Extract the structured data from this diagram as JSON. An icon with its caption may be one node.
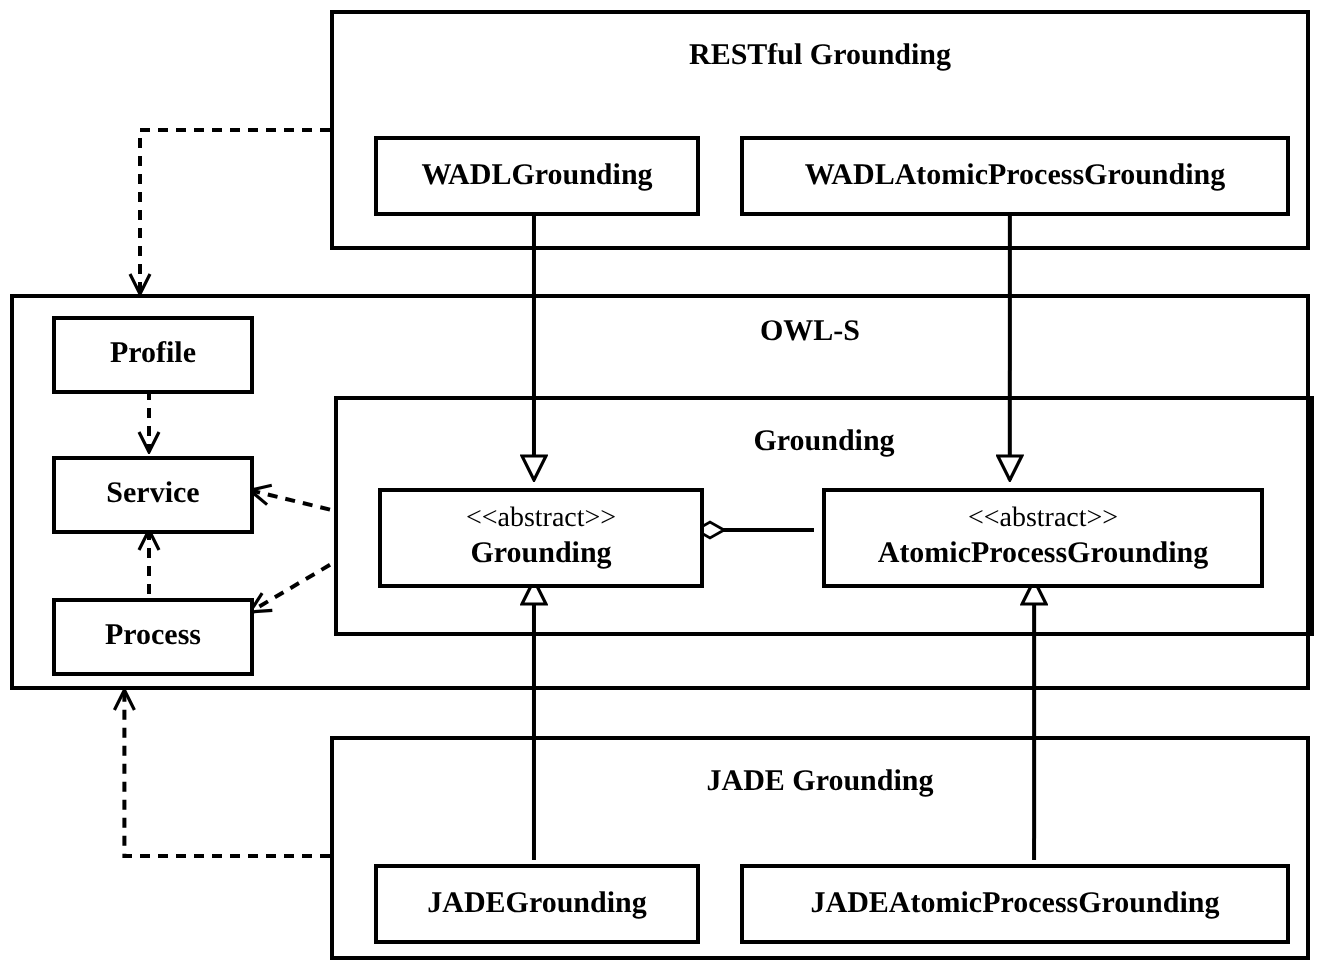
{
  "diagram": {
    "nodes": [
      {
        "text": [
          "RESTful Grounding"
        ]
      },
      {
        "text": [
          "WADLGrounding"
        ],
        "in": 0
      },
      {
        "text": [
          "WADLAtomicProcessGrounding"
        ],
        "in": 0
      },
      {
        "text": [
          "OWL-S"
        ]
      },
      {
        "text": [
          "Profile"
        ],
        "in": 3
      },
      {
        "text": [
          "Service"
        ],
        "in": 3
      },
      {
        "text": [
          "Process"
        ],
        "in": 3
      },
      {
        "text": [
          "Grounding"
        ],
        "in": 3
      },
      {
        "text": [
          "<<abstract>>",
          "Grounding"
        ],
        "in": 7
      },
      {
        "text": [
          "<<abstract>>",
          "AtomicProcessGrounding"
        ],
        "in": 7
      },
      {
        "text": [
          "JADE Grounding"
        ]
      },
      {
        "text": [
          "JADEGrounding"
        ],
        "in": 10
      },
      {
        "text": [
          "JADEAtomicProcessGrounding"
        ],
        "in": 10
      }
    ],
    "edges": [
      {
        "from": 0,
        "to": 3,
        "arrow": "to",
        "style": "dashed"
      },
      {
        "from": 1,
        "to": 8,
        "arrow": "to"
      },
      {
        "from": 2,
        "to": 9,
        "arrow": "to"
      },
      {
        "from": 4,
        "to": 5,
        "arrow": "to",
        "style": "dashed"
      },
      {
        "from": 6,
        "to": 5,
        "arrow": "to",
        "style": "dashed"
      },
      {
        "from": 7,
        "to": 5,
        "arrow": "to",
        "style": "dashed"
      },
      {
        "from": 7,
        "to": 6,
        "arrow": "to",
        "style": "dashed"
      },
      {
        "from": 9,
        "to": 8,
        "arrow": "other"
      },
      {
        "from": 11,
        "to": 8,
        "arrow": "to"
      },
      {
        "from": 12,
        "to": 9,
        "arrow": "to"
      },
      {
        "from": 10,
        "to": 3,
        "arrow": "to",
        "style": "dashed"
      }
    ]
  }
}
